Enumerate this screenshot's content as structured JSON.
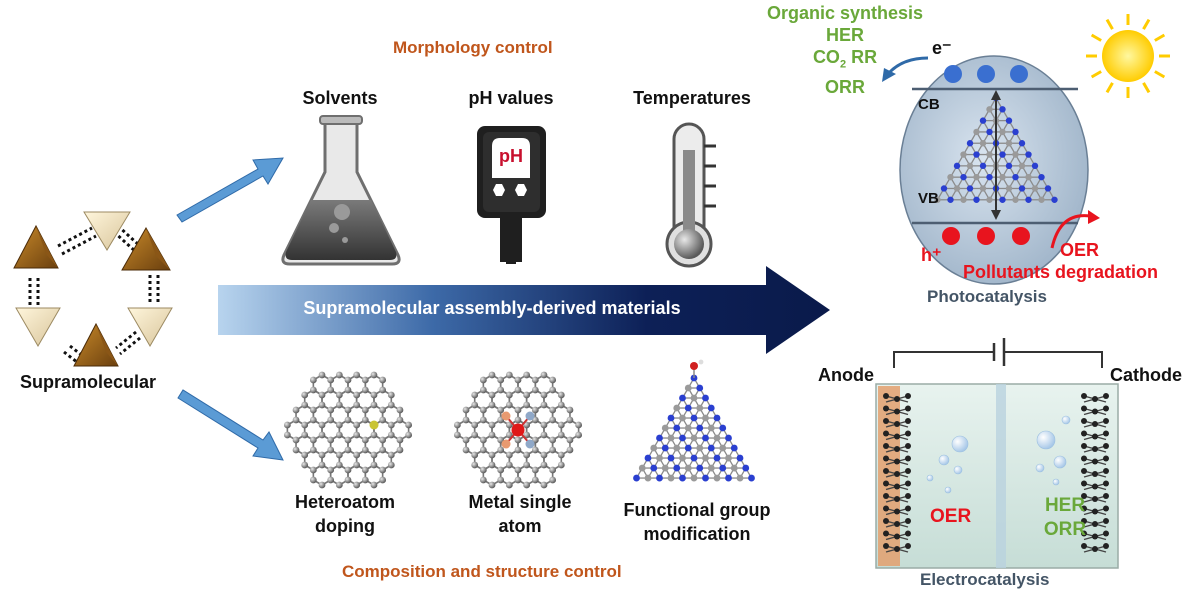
{
  "source": {
    "label": "Supramolecular"
  },
  "main_arrow": {
    "label": "Supramolecular assembly-derived materials"
  },
  "morphology": {
    "title": "Morphology control",
    "items": [
      {
        "label": "Solvents",
        "icon": "flask-icon"
      },
      {
        "label": "pH values",
        "icon": "ph-meter-icon",
        "badge": "pH"
      },
      {
        "label": "Temperatures",
        "icon": "thermometer-icon"
      }
    ]
  },
  "composition": {
    "title": "Composition and structure control",
    "items": [
      {
        "label_line1": "Heteroatom",
        "label_line2": "doping",
        "icon": "doped-graphene-icon"
      },
      {
        "label_line1": "Metal single",
        "label_line2": "atom",
        "icon": "single-atom-graphene-icon"
      },
      {
        "label_line1": "Functional group",
        "label_line2": "modification",
        "icon": "carbon-nitride-icon"
      }
    ]
  },
  "photocatalysis": {
    "title": "Photocatalysis",
    "reduction_products": [
      "Organic synthesis",
      "HER",
      "CO2 RR",
      "ORR"
    ],
    "electron_label": "e⁻",
    "hole_label": "h⁺",
    "cb_label": "CB",
    "vb_label": "VB",
    "oxidation_products": [
      "OER",
      "Pollutants degradation"
    ]
  },
  "electrocatalysis": {
    "title": "Electrocatalysis",
    "anode_label": "Anode",
    "cathode_label": "Cathode",
    "anode_product": "OER",
    "cathode_products": [
      "HER",
      "ORR"
    ]
  },
  "colors": {
    "orange": "#c0561c",
    "green": "#6aa83a",
    "red": "#e8141e",
    "navy": "#0d2057",
    "arrow_blue": "#5b9bd5",
    "slate": "#445566"
  }
}
